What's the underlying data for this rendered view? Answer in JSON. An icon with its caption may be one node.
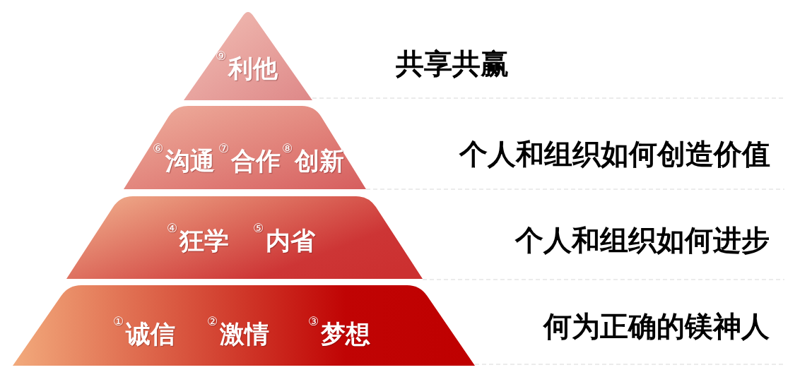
{
  "diagram": {
    "nodes": [
      {
        "text": [
          "$^{⑨}$利他"
        ]
      },
      {
        "text": [
          "$^{⑥}$沟通",
          "$^{⑦}$合作",
          "$^{⑧}$创新"
        ]
      },
      {
        "text": [
          "$^{④}$狂学",
          "$^{⑤}$内省"
        ]
      },
      {
        "text": [
          "$^{①}$诚信",
          "$^{②}$激情",
          "$^{③}$梦想"
        ]
      }
    ],
    "labels": [
      "共享共赢",
      "个人和组织如何创造价值",
      "个人和组织如何进步",
      "何为正确的镁神人"
    ]
  }
}
